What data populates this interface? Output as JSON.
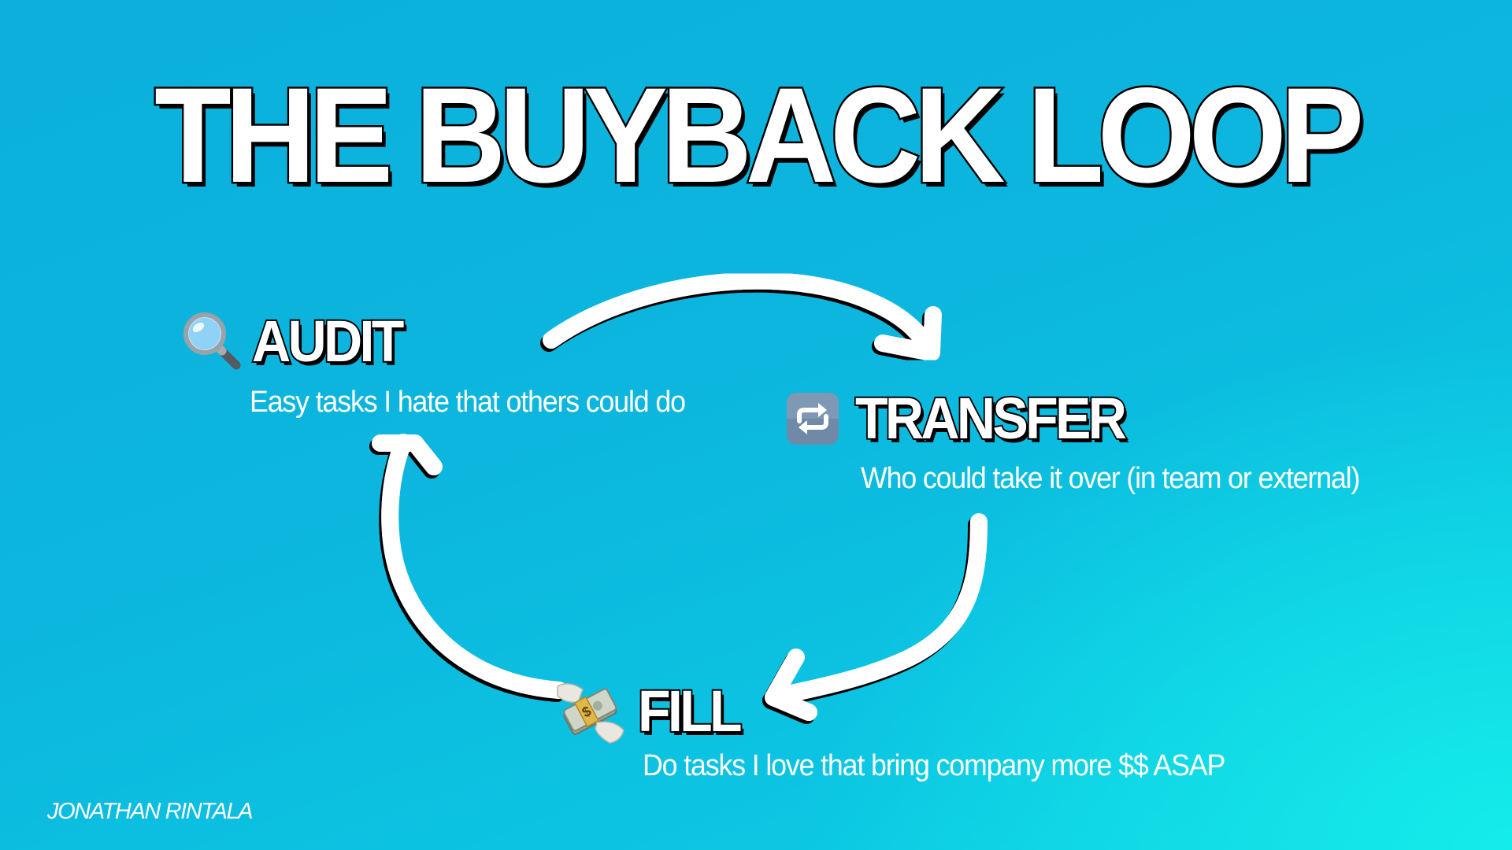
{
  "title": "THE BUYBACK LOOP",
  "steps": [
    {
      "id": "audit",
      "icon": "magnifying-glass-icon",
      "heading": "AUDIT",
      "description": "Easy tasks I hate that others could do"
    },
    {
      "id": "transfer",
      "icon": "repeat-arrows-icon",
      "heading": "TRANSFER",
      "description": "Who could take it over (in team or external)"
    },
    {
      "id": "fill",
      "icon": "money-with-wings-icon",
      "heading": "FILL",
      "description": "Do tasks I love that bring company more $$ ASAP"
    }
  ],
  "flow": [
    {
      "from": "audit",
      "to": "transfer"
    },
    {
      "from": "transfer",
      "to": "fill"
    },
    {
      "from": "fill",
      "to": "audit"
    }
  ],
  "credit": "JONATHAN RINTALA",
  "colors": {
    "background_top_left": "#0bb0dc",
    "background_bottom_right": "#14ecea",
    "text": "#ffffff",
    "outline": "#000000",
    "arrow": "#ffffff"
  }
}
